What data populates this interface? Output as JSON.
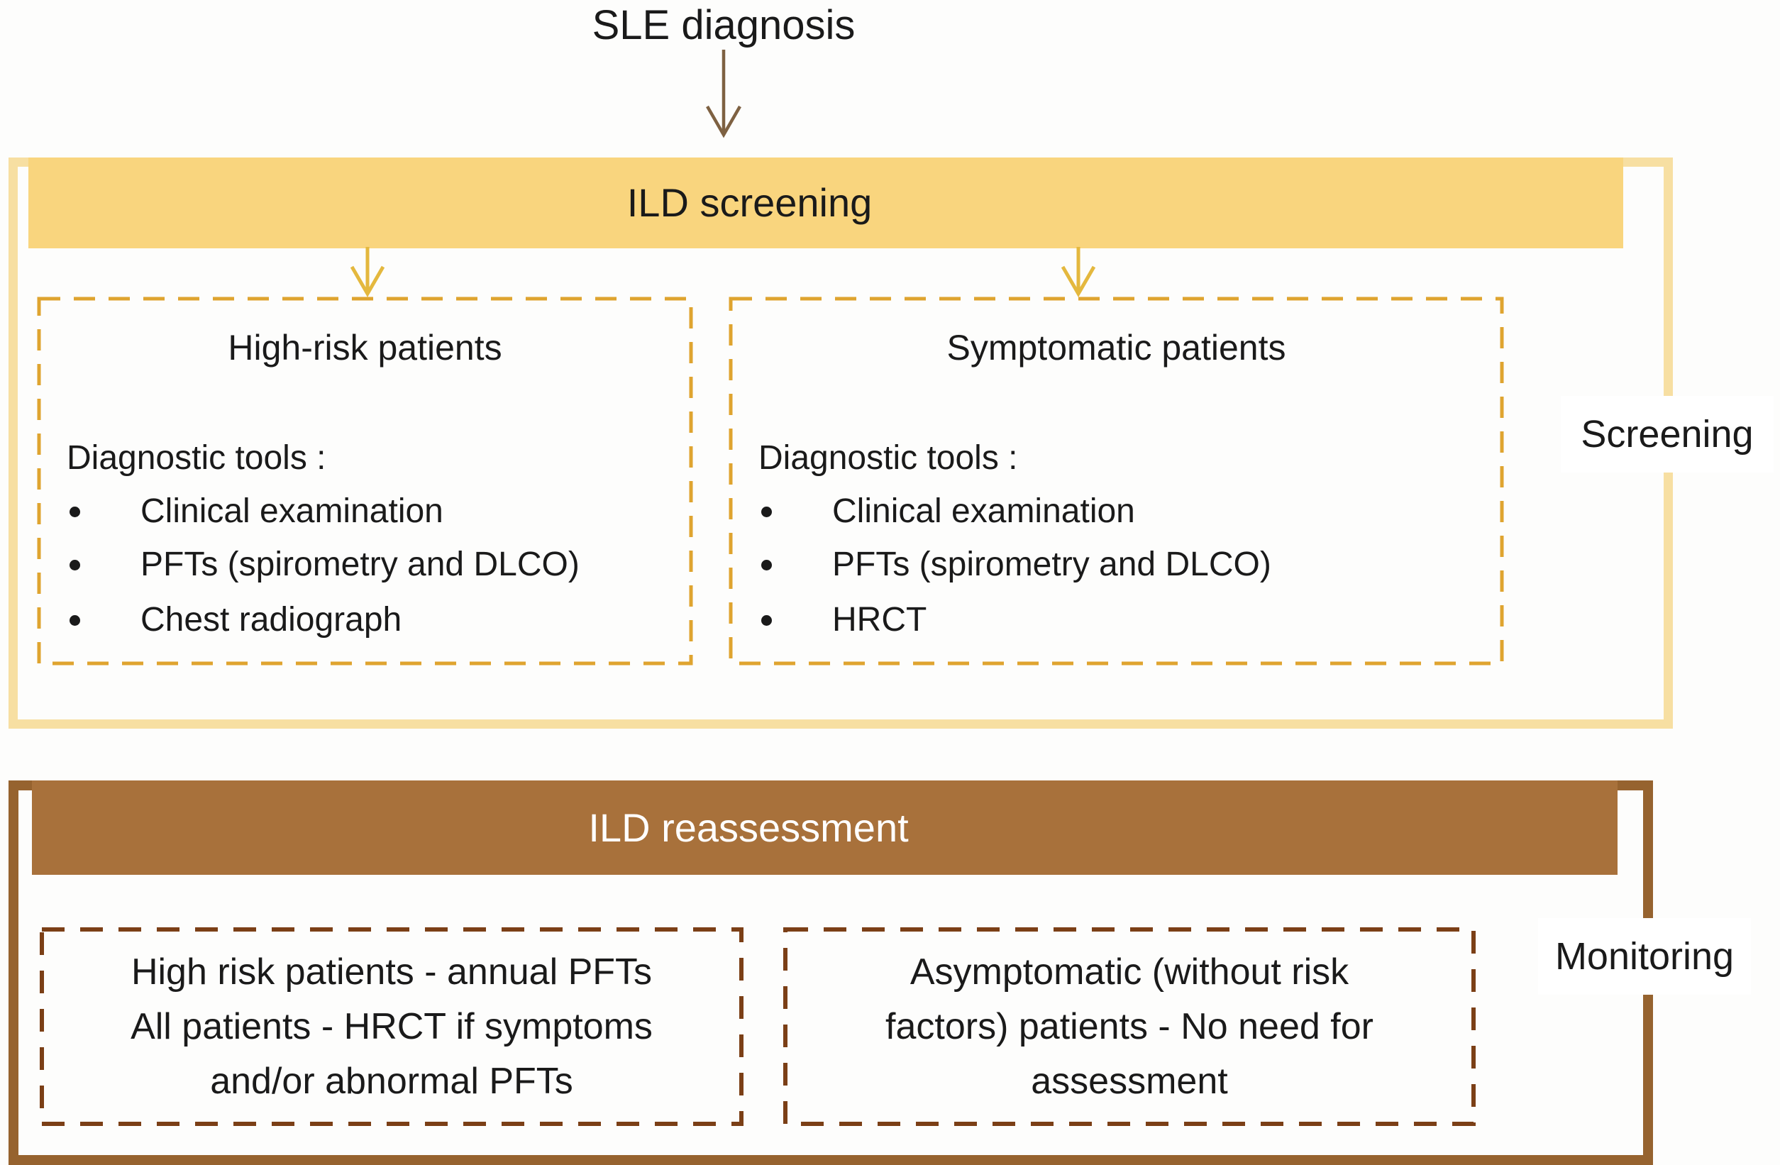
{
  "page_title": "SLE diagnosis",
  "colors": {
    "pale-yellow": "#F7DFA2",
    "banner-yellow": "#F9D57E",
    "gold-dash": "#DFA42F",
    "gold-arrow": "#E4B83E",
    "brown-border": "#96632F",
    "brown-banner": "#A8713B",
    "brown-dash": "#7B3F16",
    "brown-arrow": "#7E6142",
    "text-dark": "#1A1A1A",
    "text-light": "#FFFFFF"
  },
  "screening": {
    "banner_label": "ILD screening",
    "side_label": "Screening",
    "high_risk_box": {
      "title": "High-risk patients",
      "tools_label": "Diagnostic tools :",
      "bullets": [
        "Clinical examination",
        "PFTs (spirometry and DLCO)",
        "Chest radiograph"
      ]
    },
    "symptomatic_box": {
      "title": "Symptomatic patients",
      "tools_label": "Diagnostic tools :",
      "bullets": [
        "Clinical examination",
        "PFTs (spirometry and DLCO)",
        "HRCT"
      ]
    }
  },
  "monitoring": {
    "banner_label": "ILD reassessment",
    "side_label": "Monitoring",
    "high_risk_box": {
      "lines": [
        "High risk patients - annual PFTs",
        "All patients - HRCT if symptoms",
        "and/or abnormal PFTs"
      ]
    },
    "asymptomatic_box": {
      "lines": [
        "Asymptomatic (without risk",
        "factors) patients - No need for",
        "assessment"
      ]
    }
  }
}
